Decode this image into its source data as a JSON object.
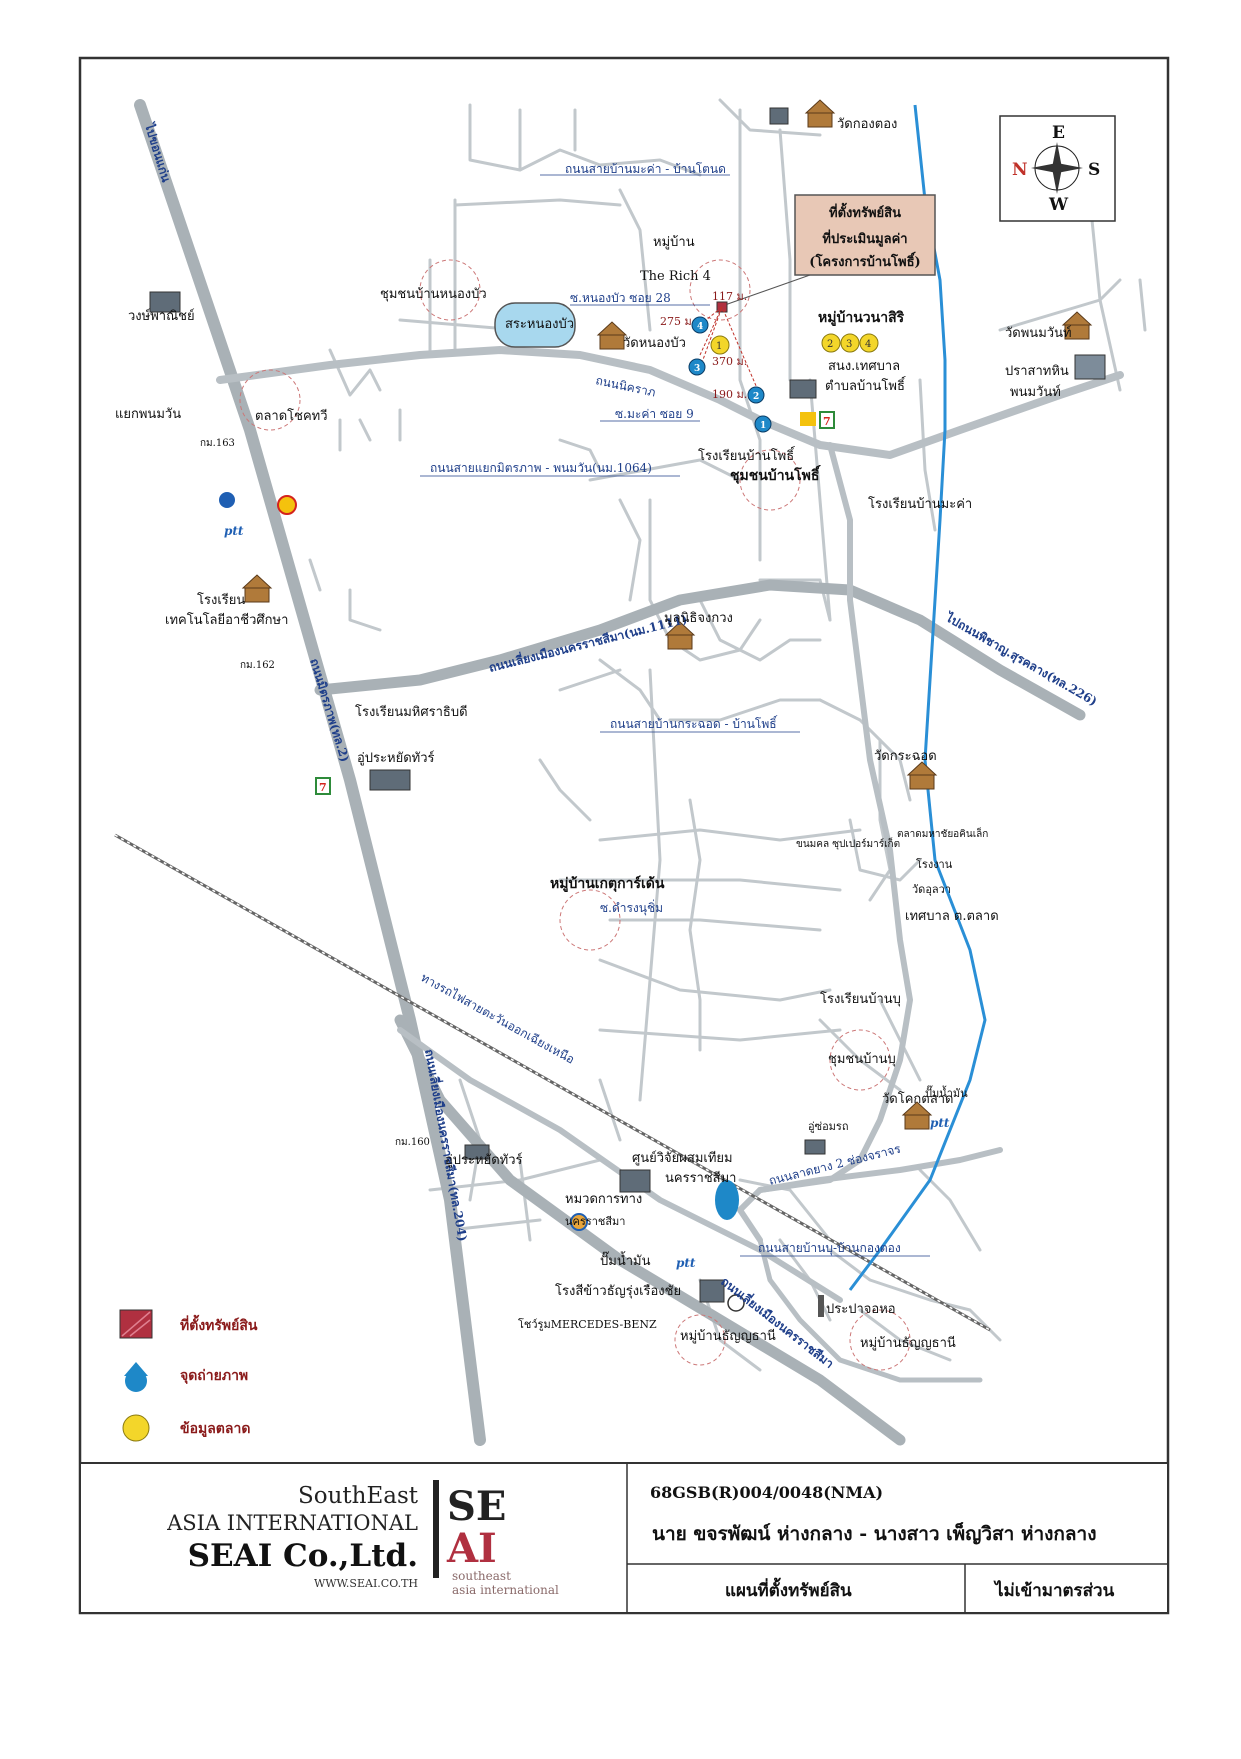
{
  "compass": {
    "n": "N",
    "s": "S",
    "e": "E",
    "w": "W"
  },
  "callout": {
    "line1": "ที่ตั้งทรัพย์สิน",
    "line2": "ที่ประเมินมูลค่า",
    "line3": "(โครงการบ้านโพธิ์)"
  },
  "roads": {
    "r1": "ถนนสายบ้านมะค่า - บ้านโตนด",
    "r2": "ซ.หนองบัว ซอย 28",
    "r3": "ถนนนิคราภ",
    "r4": "ซ.มะค่า ซอย 9",
    "r5": "ถนนสายแยกมิตรภาพ - พนมวัน(นม.1064)",
    "r6": "ถนนเลี่ยงเมืองนครราชสีมา(นม.1111)",
    "r7": "ไปถนนพิชาญ.สุรคลาง(ทล.226)",
    "r8": "ถนนมิตรภาพ(ทล.2)",
    "r9": "ถนนสายบ้านกระฉอด - บ้านโพธิ์",
    "r10": "ซ.ดำรงนุชิ่ม",
    "r11": "ทางรถไฟสายตะวันออกเฉียงเหนือ",
    "r12": "ถนนเลี่ยงเมืองนครราชสีมา(ทล.204)",
    "r13": "ถนนลาดยาง 2 ช่องจราจร",
    "r14": "ถนนสายบ้านบุ-บ้านกองตอง",
    "r15": "ถนนเลี่ยงเมืองนครราชสีมา",
    "r16": "ไปขอนแก่น"
  },
  "places": {
    "p1": "วัดกองตอง",
    "p2": "หมู่บ้าน",
    "p3": "The Rich 4",
    "p4": "ชุมชนบ้านหนองบัว",
    "p5": "สระหนองบัว",
    "p6": "วัดหนองบัว",
    "p7": "หมู่บ้านวนาสิริ",
    "p8": "สนง.เทศบาล",
    "p9": "ตำบลบ้านโพธิ์",
    "p10": "วัดพนมวันท์",
    "p11": "ปราสาทหิน",
    "p12": "พนมวันท์",
    "p13": "วงษ์พาณิชย์",
    "p14": "แยกพนมวัน",
    "p15": "ตลาดโชคทวี",
    "p16": "กม.163",
    "p17": "โรงเรียนบ้านโพธิ์",
    "p18": "ชุมชนบ้านโพธิ์",
    "p19": "โรงเรียนบ้านมะค่า",
    "p20": "โรงเรียน",
    "p21": "เทคโนโลยีอาชีวศึกษา",
    "p22": "มูลนิธิจงกวง",
    "p23": "กม.162",
    "p24": "โรงเรียนมหิศราธิบดี",
    "p25": "อู่ประหยัดทัวร์",
    "p26": "วัดกระฉอด",
    "p27": "ตลาดมหาชัยอคินเล็ก",
    "p28": "ขนมคล ซุปเปอร์มาร์เก็ต",
    "p29": "หมู่บ้านเกตุการ์เด้น",
    "p30": "โรงงาน",
    "p31": "วัดอุลวา",
    "p32": "เทศบาล ต.ตลาด",
    "p33": "โรงเรียนบ้านบุ",
    "p34": "ชุมชนบ้านบุ",
    "p35": "วัดโคกตลาด",
    "p36": "ปั๊มน้ำมัน",
    "p37": "กม.160",
    "p38": "อู่ประหยัดทัวร์",
    "p39": "อู่ซ่อมรถ",
    "p40": "ศูนย์วิจัยผสมเทียม",
    "p41": "นครราชสีมา",
    "p42": "หมวดการทาง",
    "p43": "นครราชสีมา",
    "p44": "ปั๊มน้ำมัน",
    "p45": "โรงสีข้าวธัญรุ่งเรืองชัย",
    "p46": "โชว์รูมMERCEDES-BENZ",
    "p47": "หมู่บ้านธัญญธานี",
    "p48": "ประปาจอหอ",
    "p49": "หมู่บ้านธัญญธานี"
  },
  "distances": {
    "d1": "117 ม.",
    "d2": "275 ม.",
    "d3": "370 ม.",
    "d4": "190 ม."
  },
  "markers": {
    "m1": "1",
    "m2": "2",
    "m3": "3",
    "m4": "4",
    "c1": "1",
    "c2": "2",
    "c3": "3"
  },
  "brands": {
    "ptt": "ptt",
    "seven": "7"
  },
  "legend": {
    "item1": "ที่ตั้งทรัพย์สิน",
    "item2": "จุดถ่ายภาพ",
    "item3": "ข้อมูลตลาด"
  },
  "titleblock": {
    "co_line1": "SouthEast",
    "co_line2": "ASIA INTERNATIONAL",
    "co_line3": "SEAI Co.,Ltd.",
    "co_url": "WWW.SEAI.CO.TH",
    "logo_top": "SE",
    "logo_bottom": "AI",
    "logo_sub1": "southeast",
    "logo_sub2": "asia international",
    "ref": "68GSB(R)004/0048(NMA)",
    "owner": "นาย ขจรพัฒน์ ห่างกลาง - นางสาว เพ็ญวิสา ห่างกลาง",
    "map_title": "แผนที่ตั้งทรัพย์สิน",
    "scale": "ไม่เข้ามาตรส่วน"
  },
  "colors": {
    "river": "#2a8fd6",
    "road": "#b8bfc4",
    "main_road": "#a9b1b6",
    "callout": "#e8c8b6",
    "lake": "#a8d8ee",
    "photo": "#1e88c8",
    "market": "#f3d62a",
    "property": "#b03040"
  }
}
